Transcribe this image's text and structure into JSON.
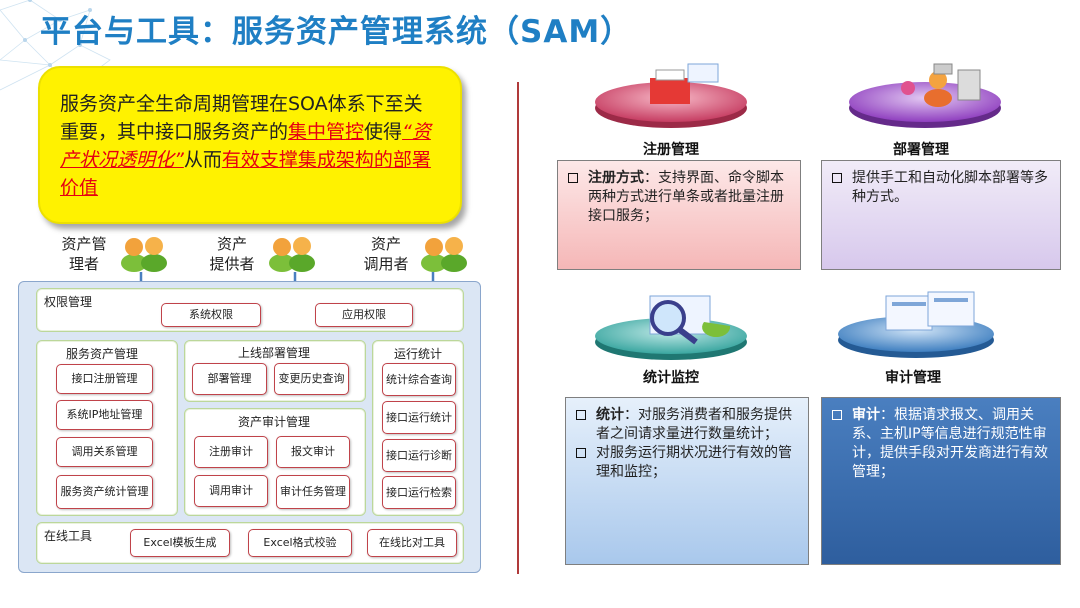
{
  "title": "平台与工具：服务资产管理系统（SAM）",
  "callout": {
    "p1": "服务资产全生命周期管理在SOA体系下至关重要，其中接口服务资产的",
    "red1": "集中管控",
    "p2": "使得",
    "red2": "“资产状况透明化”",
    "p3": "从而",
    "red3": "有效支撑集成架构的部署价值"
  },
  "roles": [
    {
      "line1": "资产管",
      "line2": "理者"
    },
    {
      "line1": "资产",
      "line2": "提供者"
    },
    {
      "line1": "资产",
      "line2": "调用者"
    }
  ],
  "panel": {
    "perm": {
      "label": "权限管理",
      "btns": [
        "系统权限",
        "应用权限"
      ]
    },
    "asset": {
      "label": "服务资产管理",
      "btns": [
        "接口注册管理",
        "系统IP地址管理",
        "调用关系管理",
        "服务资产统计管理"
      ]
    },
    "deploy": {
      "label": "上线部署管理",
      "btns": [
        "部署管理",
        "变更历史查询"
      ]
    },
    "audit": {
      "label": "资产审计管理",
      "btns": [
        "注册审计",
        "报文审计",
        "调用审计",
        "审计任务管理"
      ]
    },
    "stats": {
      "label": "运行统计",
      "btns": [
        "统计综合查询",
        "接口运行统计",
        "接口运行诊断",
        "接口运行检索"
      ]
    },
    "tools": {
      "label": "在线工具",
      "btns": [
        "Excel模板生成",
        "Excel格式校验",
        "在线比对工具"
      ]
    }
  },
  "features": [
    {
      "label": "注册管理",
      "bold": "注册方式",
      "text": "：支持界面、命令脚本两种方式进行单条或者批量注册接口服务；",
      "extra": ""
    },
    {
      "label": "部署管理",
      "bold": "",
      "text": "提供手工和自动化脚本部署等多种方式。",
      "extra": ""
    },
    {
      "label": "统计监控",
      "bold": "统计",
      "text": "：对服务消费者和服务提供者之间请求量进行数量统计；",
      "extra": "对服务运行期状况进行有效的管理和监控；"
    },
    {
      "label": "审计管理",
      "bold": "审计",
      "text": "：根据请求报文、调用关系、主机IP等信息进行规范性审计，提供手段对开发商进行有效管理；",
      "extra": ""
    }
  ],
  "colors": {
    "title": "#1f7fc4",
    "callout": "#fff200",
    "accent_red": "#e60012",
    "button_border": "#c0434a"
  },
  "icons": [
    "people-icon",
    "arrow-down-icon",
    "register-disc-icon",
    "deploy-disc-icon",
    "monitor-disc-icon",
    "audit-disc-icon"
  ]
}
